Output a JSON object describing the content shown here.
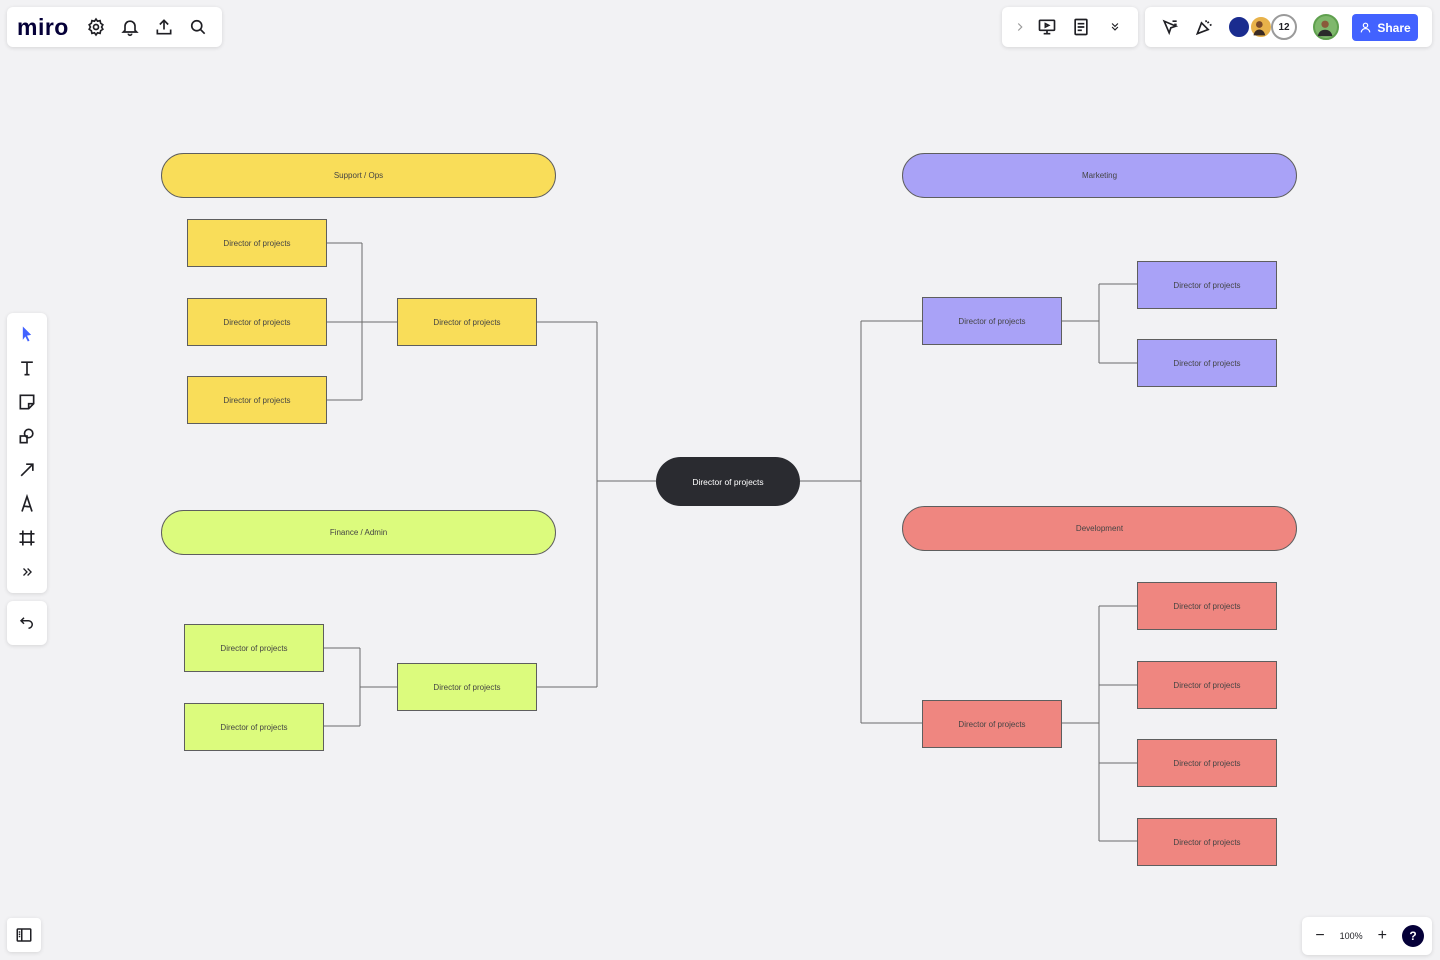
{
  "app": {
    "logo": "miro"
  },
  "toolbar_top_left": {
    "icons": [
      "settings-icon",
      "bell-icon",
      "upload-icon",
      "search-icon"
    ]
  },
  "toolbar_top_right": {
    "collab_icons": [
      "chevron-right-icon",
      "presentation-icon",
      "notes-icon",
      "more-chevron-icon"
    ],
    "reaction_icons": [
      "cursor-icon",
      "celebrate-icon"
    ],
    "collaborator_count": "12",
    "share_label": "Share"
  },
  "left_toolbar": {
    "tools": [
      "select-tool",
      "text-tool",
      "sticky-note-tool",
      "shapes-tool",
      "arrow-tool",
      "pen-tool",
      "frame-tool",
      "more-tools"
    ]
  },
  "zoom": {
    "level": "100%",
    "minus": "−",
    "plus": "+",
    "help": "?"
  },
  "colors": {
    "yellow": "#f9dd59",
    "lime": "#dcfb7d",
    "violet": "#a9a2f7",
    "coral": "#ef8680",
    "central": "#2a2b30",
    "share": "#4262ff"
  },
  "diagram": {
    "central": "Director of projects",
    "groups": {
      "support": {
        "title": "Support / Ops",
        "hub": "Director of projects",
        "children": [
          "Director of projects",
          "Director of projects",
          "Director of projects"
        ]
      },
      "finance": {
        "title": "Finance / Admin",
        "hub": "Director of projects",
        "children": [
          "Director of projects",
          "Director of projects"
        ]
      },
      "marketing": {
        "title": "Marketing",
        "hub": "Director of projects",
        "children": [
          "Director of projects",
          "Director of projects"
        ]
      },
      "development": {
        "title": "Development",
        "hub": "Director of projects",
        "children": [
          "Director of projects",
          "Director of projects",
          "Director of projects",
          "Director of projects"
        ]
      }
    }
  }
}
